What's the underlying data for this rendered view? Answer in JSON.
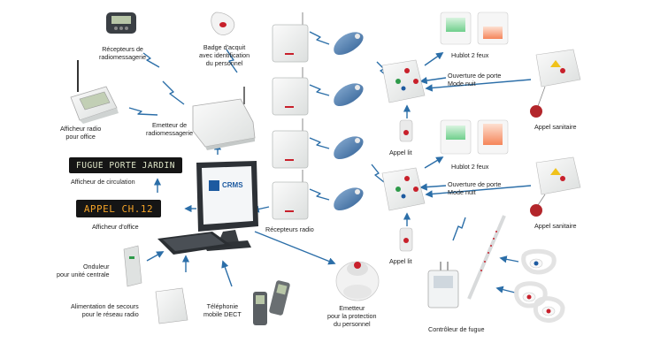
{
  "colors": {
    "arrow": "#2b6ea8",
    "device_body": "#eef0ef",
    "device_edge": "#c9cdcc",
    "accent_red": "#c8202b",
    "accent_green": "#2e9a4a",
    "accent_yellow": "#f0c21b",
    "lcd_bg": "#151515",
    "lcd_text_green": "#dfe6c8",
    "lcd_text_orange": "#f2a227",
    "pager_blue": "#3c6fa6",
    "crms_blue": "#1d5aa0"
  },
  "labels": {
    "recepteurs_radiomessagerie": "Récepteurs de\nradiomessagerie",
    "badge_acquit": "Badge d'acquit\navec identification\ndu personnel",
    "afficheur_radio": "Afficheur radio\npour office",
    "emetteur_radiomessagerie": "Emetteur de\nradiomessagerie",
    "afficheur_circulation": "Afficheur de circulation",
    "afficheur_office": "Afficheur d'office",
    "onduleur": "Onduleur\npour unité centrale",
    "alimentation_secours": "Alimentation de secours\npour le réseau radio",
    "telephonie_dect": "Téléphonie\nmobile DECT",
    "recepteurs_radio": "Récepteurs radio",
    "emetteur_protection": "Emetteur\npour la protection\ndu personnel",
    "hublot_1": "Hublot 2 feux",
    "ouverture_1": "Ouverture de porte\nMode nuit",
    "appel_sanitaire_1": "Appel sanitaire",
    "appel_lit_1": "Appel lit",
    "hublot_2": "Hublot 2 feux",
    "ouverture_2": "Ouverture de porte\nMode nuit",
    "appel_sanitaire_2": "Appel sanitaire",
    "appel_lit_2": "Appel lit",
    "controleur_fugue": "Contrôleur de fugue"
  },
  "displays": {
    "circulation_text": "FUGUE PORTE JARDIN",
    "office_text": "APPEL CH.12"
  },
  "monitor": {
    "brand": "CRMS"
  },
  "icons": {
    "pager": "pager-icon",
    "badge": "badge-icon",
    "receiver": "radio-receiver-icon",
    "call_button": "call-button-icon",
    "wristband": "wristband-icon",
    "phone": "dect-phone-icon",
    "wireless": "wireless-signal-icon"
  }
}
